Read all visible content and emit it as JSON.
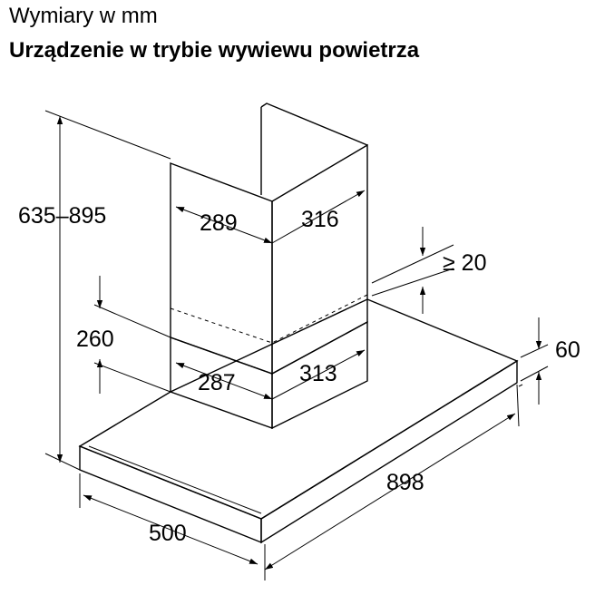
{
  "header": {
    "units_label": "Wymiary w mm",
    "mode_title": "Urządzenie w trybie wywiewu powietrza"
  },
  "dimensions": {
    "total_height": "635–895",
    "chimney_upper_depth": "289",
    "chimney_upper_width": "316",
    "ceiling_gap": "≥ 20",
    "chimney_lower_height": "260",
    "chimney_lower_depth": "287",
    "chimney_lower_width": "313",
    "canopy_thickness": "60",
    "canopy_width": "898",
    "canopy_depth": "500"
  }
}
